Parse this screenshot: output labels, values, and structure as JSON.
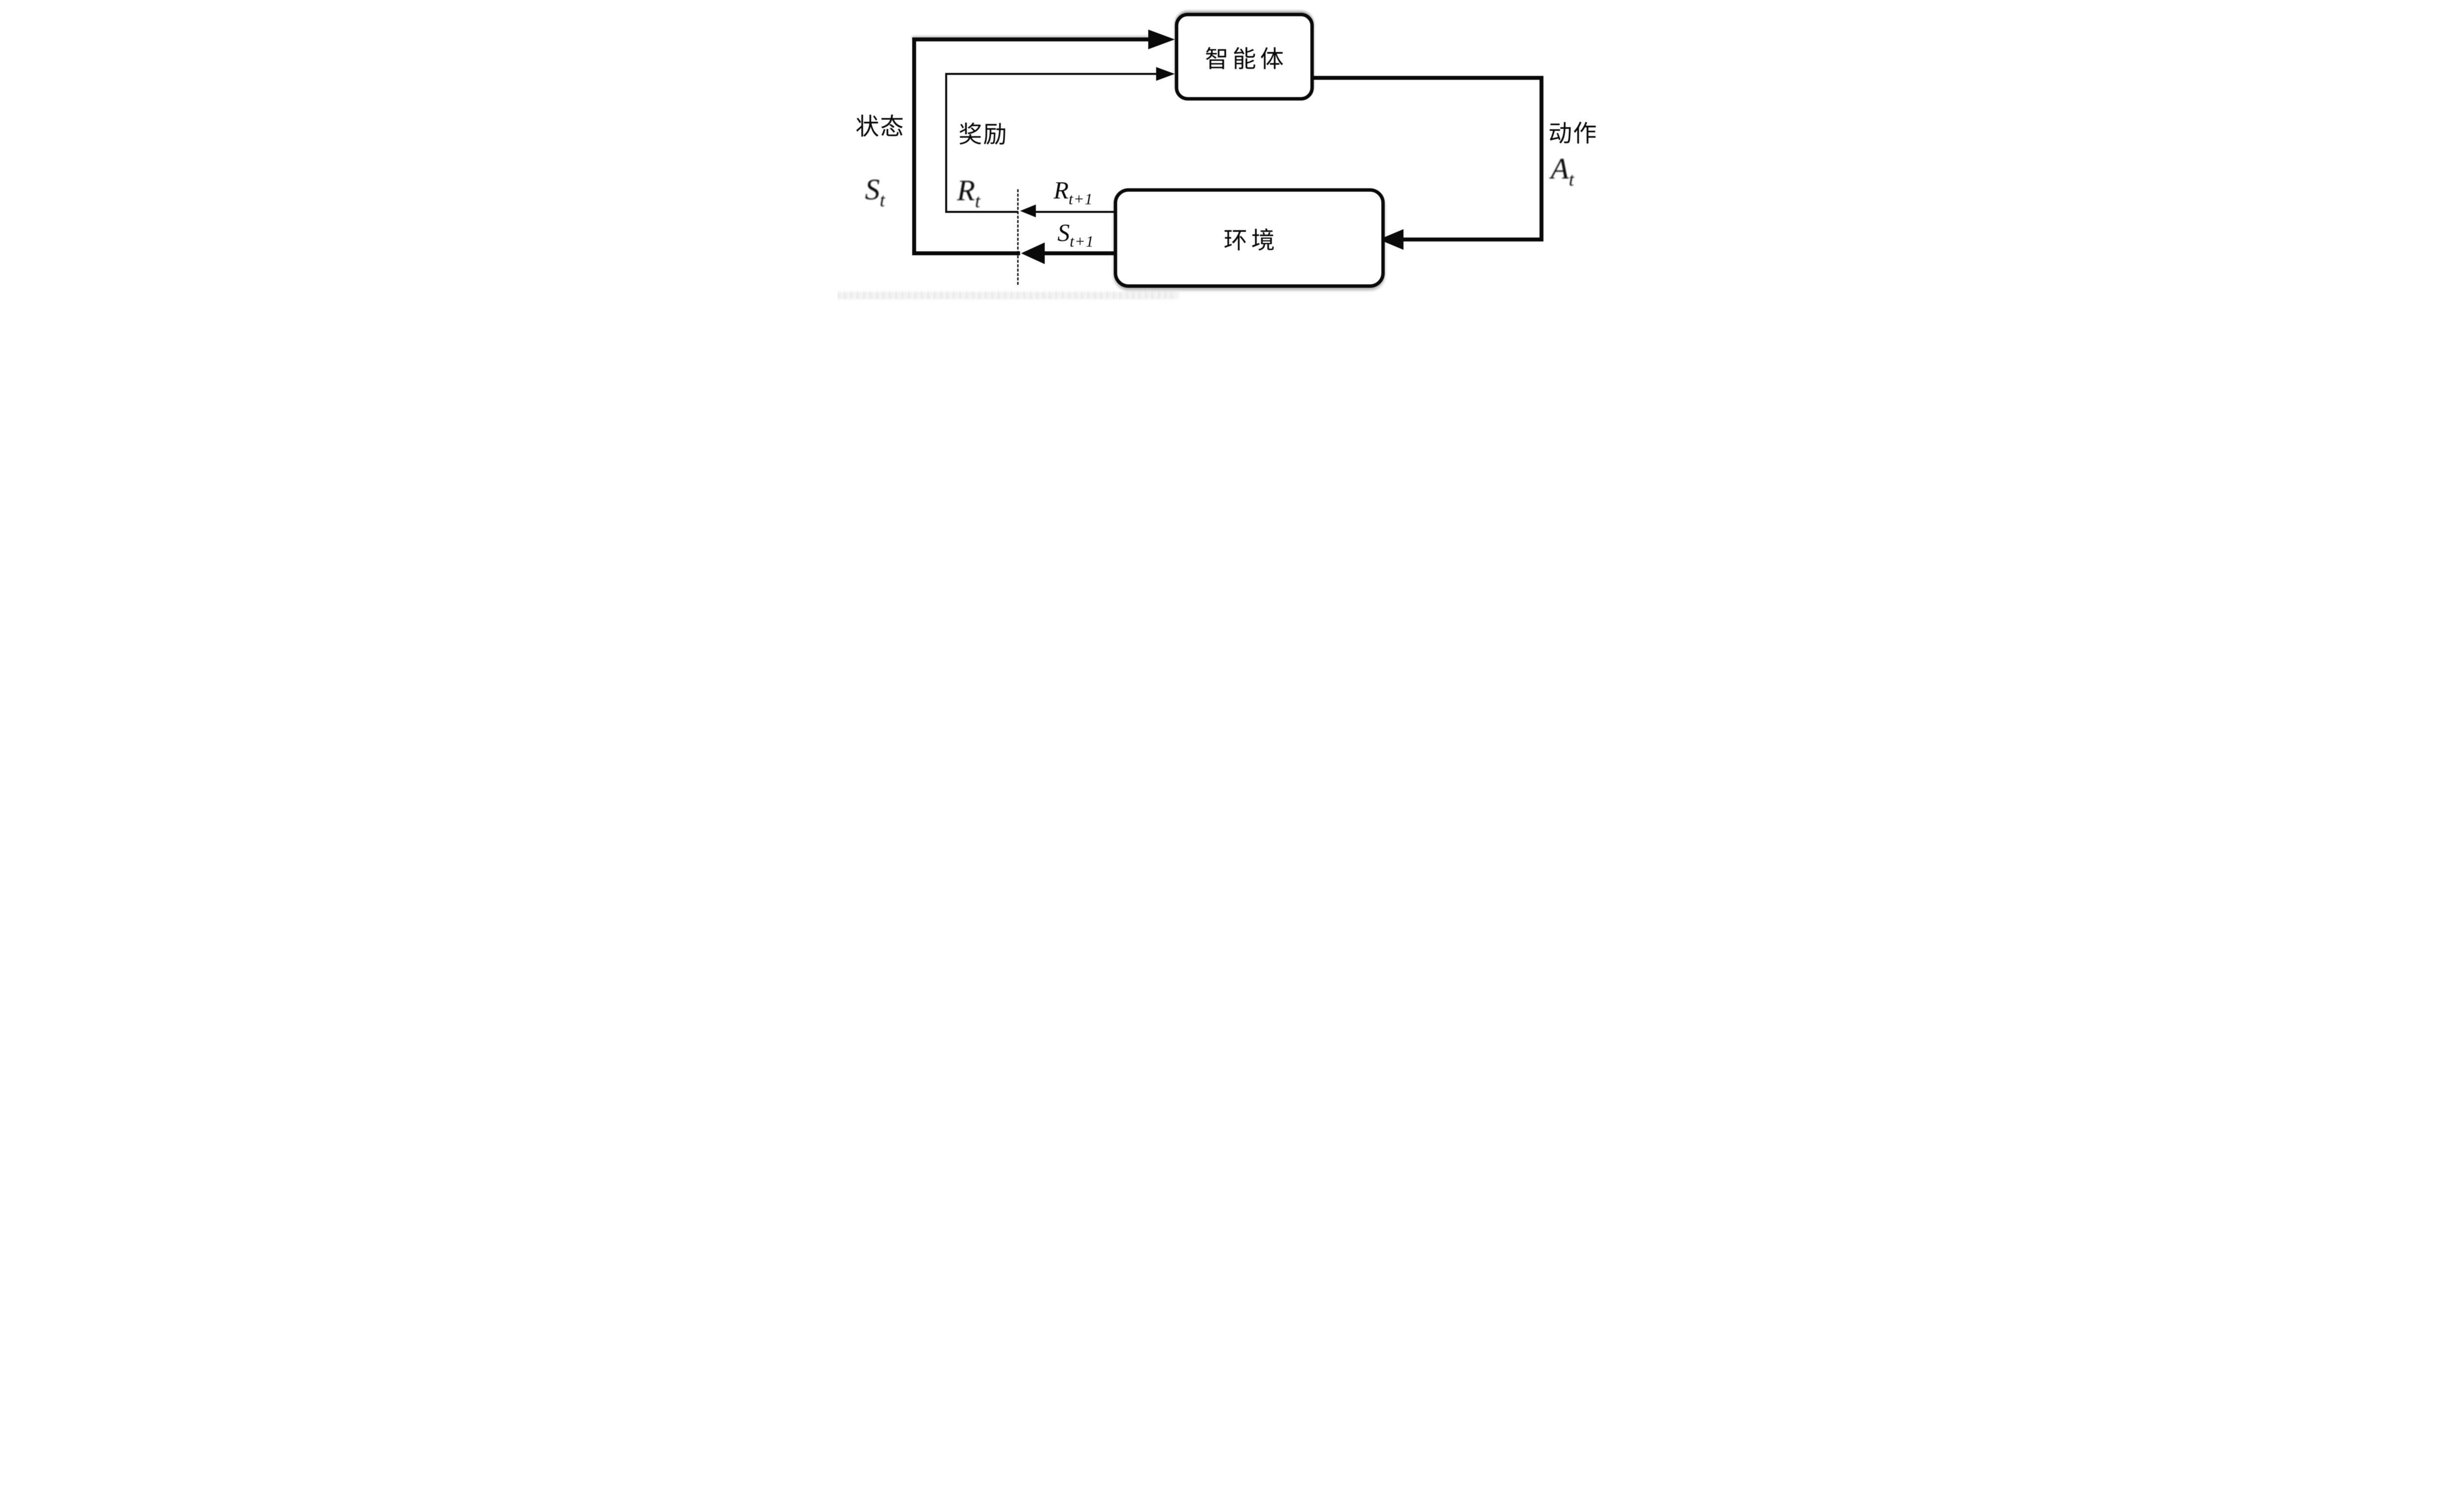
{
  "diagram": {
    "boxes": {
      "agent": "智能体",
      "environment": "环境"
    },
    "labels": {
      "state_cn": "状态",
      "reward_cn": "奖励",
      "action_cn": "动作",
      "state_sym": {
        "base": "S",
        "sub": "t"
      },
      "reward_sym": {
        "base": "R",
        "sub": "t"
      },
      "action_sym": {
        "base": "A",
        "sub": "t"
      },
      "next_reward_sym": {
        "base": "R",
        "sub": "t+1"
      },
      "next_state_sym": {
        "base": "S",
        "sub": "t+1"
      }
    },
    "colors": {
      "ink": "#0a0a0a",
      "background": "#ffffff"
    }
  }
}
